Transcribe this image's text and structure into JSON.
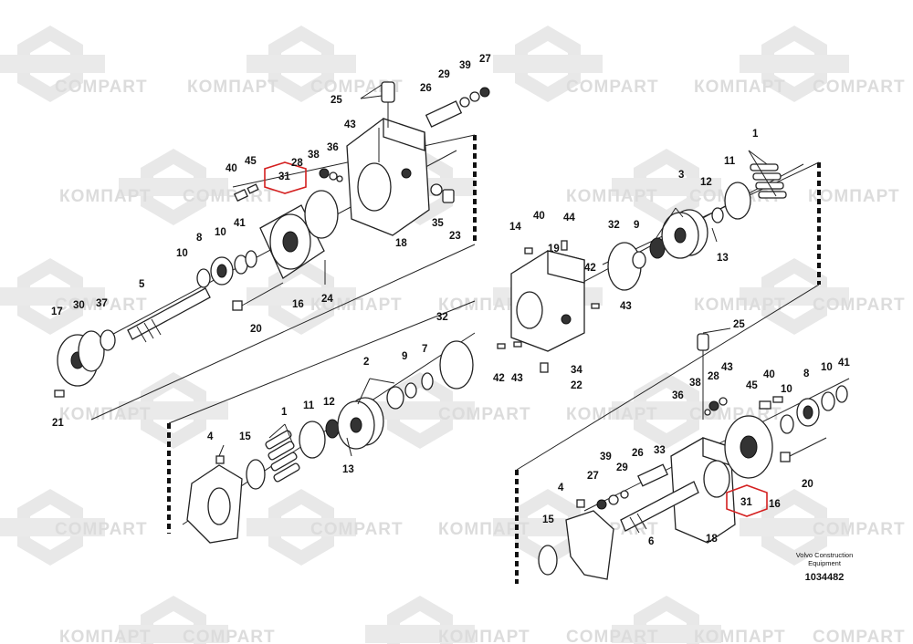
{
  "watermarks": [
    "COMPART",
    "КОМПАРТ"
  ],
  "credit": {
    "maker": "Volvo Construction",
    "maker2": "Equipment",
    "number": "1034482"
  },
  "callouts": {
    "a25": "25",
    "a26": "26",
    "a29": "29",
    "a39": "39",
    "a27": "27",
    "a43": "43",
    "a38": "38",
    "a36": "36",
    "a28": "28",
    "a31": "31",
    "a40": "40",
    "a45": "45",
    "a35": "35",
    "a23": "23",
    "a18": "18",
    "a8": "8",
    "a10": "10",
    "a41": "41",
    "a10b": "10",
    "a5": "5",
    "a16": "16",
    "a24": "24",
    "a20": "20",
    "a17": "17",
    "a30": "30",
    "a37": "37",
    "a21": "21",
    "b14": "14",
    "b40": "40",
    "b44": "44",
    "b32": "32",
    "b9": "9",
    "b3": "3",
    "b12": "12",
    "b11": "11",
    "b1": "1",
    "b19": "19",
    "b42": "42",
    "b43": "43",
    "b13": "13",
    "b32b": "32",
    "b42b": "42",
    "b43b": "43",
    "b34": "34",
    "b22": "22",
    "c2": "2",
    "c9": "9",
    "c7": "7",
    "c1": "1",
    "c11": "11",
    "c12": "12",
    "c13": "13",
    "c4": "4",
    "c15": "15",
    "d25": "25",
    "d43": "43",
    "d38": "38",
    "d28": "28",
    "d36": "36",
    "d45": "45",
    "d40": "40",
    "d8": "8",
    "d10": "10",
    "d41": "41",
    "d10b": "10",
    "d39": "39",
    "d26": "26",
    "d33": "33",
    "d27": "27",
    "d29": "29",
    "d4": "4",
    "d31": "31",
    "d16": "16",
    "d20": "20",
    "d15": "15",
    "d6": "6",
    "d18": "18"
  }
}
